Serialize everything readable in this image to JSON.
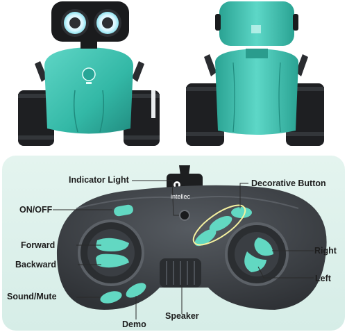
{
  "remote": {
    "brand_label": "intellec",
    "callouts": {
      "indicator_light": "Indicator Light",
      "decorative_button": "Decorative Button",
      "on_off": "ON/OFF",
      "forward": "Forward",
      "backward": "Backward",
      "right": "Right",
      "left": "Left",
      "sound_mute": "Sound/Mute",
      "demo": "Demo",
      "speaker": "Speaker"
    }
  },
  "colors": {
    "robot_teal": "#3fc4b2",
    "button_teal": "#62d8c2",
    "remote_body": "#3d4146",
    "panel_background": "#dff1ec",
    "tread_black": "#1e1f22",
    "eye_glow": "#e9fbff"
  }
}
